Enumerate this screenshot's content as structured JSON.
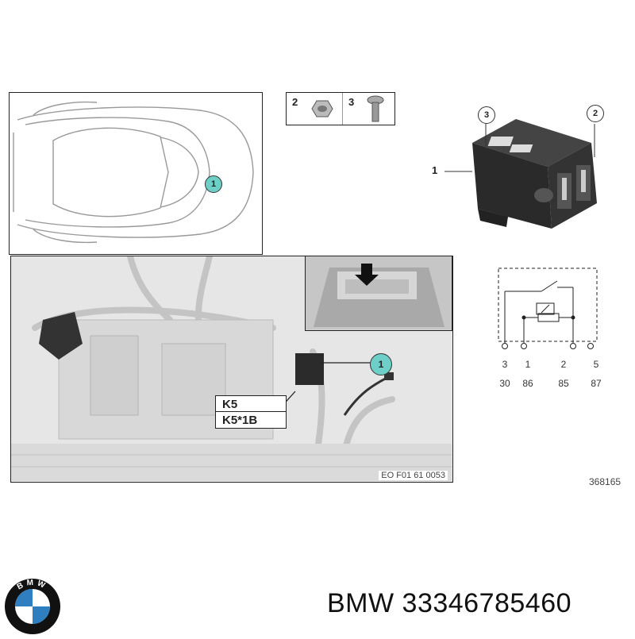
{
  "parts": {
    "nut_label": "2",
    "bolt_label": "3",
    "relay_label": "1",
    "relay_callout_left": "3",
    "relay_callout_right": "2"
  },
  "car_view": {
    "callout": "1"
  },
  "install_view": {
    "callout": "1",
    "k5": "K5",
    "k5b": "K5*1B",
    "image_code": "EO F01 61 0053"
  },
  "schematic": {
    "pins_top": [
      "3",
      "1",
      "2",
      "5"
    ],
    "pins_bottom": [
      "30",
      "86",
      "85",
      "87"
    ]
  },
  "diagram_number": "368165",
  "brand": {
    "logo_letters": "BMW",
    "caption": "BMW 33346785460"
  }
}
